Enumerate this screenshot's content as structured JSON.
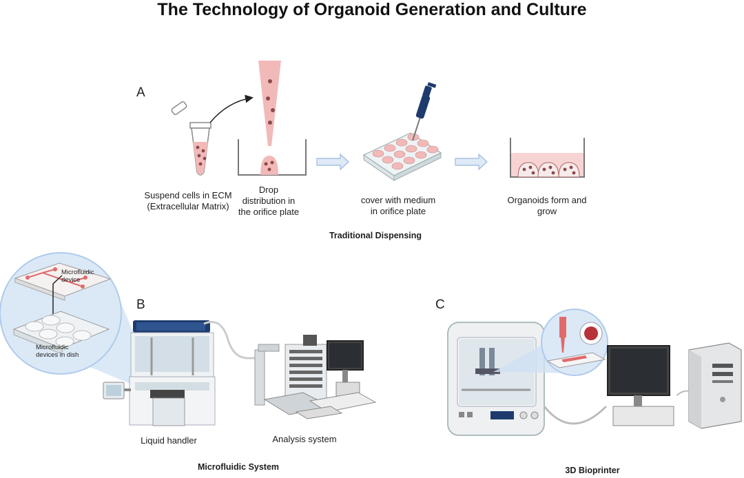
{
  "title": "The Technology of Organoid Generation and Culture",
  "panels": {
    "a": {
      "letter": "A",
      "steps": [
        "Suspend cells in ECM\n(Extracellular Matrix)",
        "Drop\ndistribution in\nthe orifice plate",
        "cover with medium\nin orifice plate",
        "Organoids form and\ngrow"
      ],
      "caption": "Traditional Dispensing"
    },
    "b": {
      "letter": "B",
      "callout_top": "Microfluidic\ndevice",
      "callout_bottom": "Microfluidic\ndevices in dish",
      "label_left": "Liquid handler",
      "label_right": "Analysis system",
      "caption": "Microfluidic System"
    },
    "c": {
      "letter": "C",
      "caption": "3D Bioprinter"
    }
  },
  "colors": {
    "pink": "#f2b9b9",
    "cell": "#8c4a4a",
    "navy": "#1f3b6e",
    "zoom": "#b9d3ee"
  }
}
